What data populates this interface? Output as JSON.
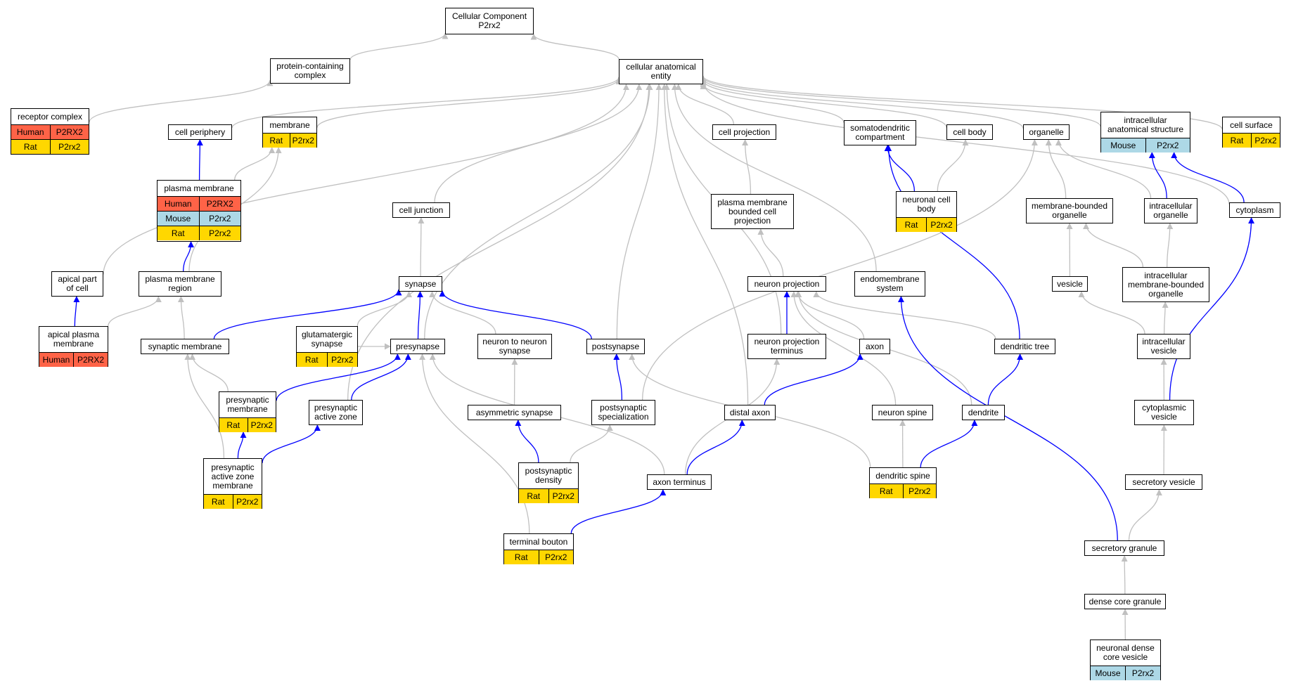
{
  "legend_colors": {
    "Human": "#ff6347",
    "Mouse": "#add8e6",
    "Rat": "#ffd700"
  },
  "edge_colors": {
    "is_a": "#c0c0c0",
    "part_of": "#0000ff"
  },
  "nodes": {
    "root": {
      "label": "Cellular Component\nP2rx2"
    },
    "cae": {
      "label": "cellular anatomical\nentity"
    },
    "pcc": {
      "label": "protein-containing\ncomplex"
    },
    "rc": {
      "label": "receptor complex",
      "ann": [
        {
          "species": "Human",
          "gene": "P2RX2"
        },
        {
          "species": "Rat",
          "gene": "P2rx2"
        }
      ]
    },
    "cper": {
      "label": "cell periphery"
    },
    "mem": {
      "label": "membrane",
      "ann": [
        {
          "species": "Rat",
          "gene": "P2rx2"
        }
      ]
    },
    "pm": {
      "label": "plasma membrane",
      "ann": [
        {
          "species": "Human",
          "gene": "P2RX2"
        },
        {
          "species": "Mouse",
          "gene": "P2rx2"
        },
        {
          "species": "Rat",
          "gene": "P2rx2"
        }
      ]
    },
    "cj": {
      "label": "cell junction"
    },
    "cproj": {
      "label": "cell projection"
    },
    "pmbcp": {
      "label": "plasma membrane\nbounded cell\nprojection"
    },
    "sdc": {
      "label": "somatodendritic\ncompartment"
    },
    "cbody": {
      "label": "cell body"
    },
    "ncb": {
      "label": "neuronal cell\nbody",
      "ann": [
        {
          "species": "Rat",
          "gene": "P2rx2"
        }
      ]
    },
    "org": {
      "label": "organelle"
    },
    "ias": {
      "label": "intracellular\nanatomical structure",
      "ann": [
        {
          "species": "Mouse",
          "gene": "P2rx2"
        }
      ]
    },
    "csurf": {
      "label": "cell surface",
      "ann": [
        {
          "species": "Rat",
          "gene": "P2rx2"
        }
      ]
    },
    "mbo": {
      "label": "membrane-bounded\norganelle"
    },
    "iorg": {
      "label": "intracellular\norganelle"
    },
    "cyto": {
      "label": "cytoplasm"
    },
    "apc": {
      "label": "apical part\nof cell"
    },
    "pmr": {
      "label": "plasma membrane\nregion"
    },
    "syn": {
      "label": "synapse"
    },
    "nproj": {
      "label": "neuron projection"
    },
    "ems": {
      "label": "endomembrane\nsystem"
    },
    "ves": {
      "label": "vesicle"
    },
    "imbo": {
      "label": "intracellular\nmembrane-bounded\norganelle"
    },
    "apm": {
      "label": "apical plasma\nmembrane",
      "ann": [
        {
          "species": "Human",
          "gene": "P2RX2"
        }
      ]
    },
    "sm": {
      "label": "synaptic membrane"
    },
    "gs": {
      "label": "glutamatergic\nsynapse",
      "ann": [
        {
          "species": "Rat",
          "gene": "P2rx2"
        }
      ]
    },
    "pre": {
      "label": "presynapse"
    },
    "n2n": {
      "label": "neuron to neuron\nsynapse"
    },
    "post": {
      "label": "postsynapse"
    },
    "npt": {
      "label": "neuron projection\nterminus"
    },
    "axon": {
      "label": "axon"
    },
    "dt": {
      "label": "dendritic tree"
    },
    "iv": {
      "label": "intracellular\nvesicle"
    },
    "prem": {
      "label": "presynaptic\nmembrane",
      "ann": [
        {
          "species": "Rat",
          "gene": "P2rx2"
        }
      ]
    },
    "paz": {
      "label": "presynaptic\nactive zone"
    },
    "as": {
      "label": "asymmetric synapse"
    },
    "ps": {
      "label": "postsynaptic\nspecialization"
    },
    "da": {
      "label": "distal axon"
    },
    "nspine": {
      "label": "neuron spine"
    },
    "dend": {
      "label": "dendrite"
    },
    "cv": {
      "label": "cytoplasmic\nvesicle"
    },
    "pazm": {
      "label": "presynaptic\nactive zone\nmembrane",
      "ann": [
        {
          "species": "Rat",
          "gene": "P2rx2"
        }
      ]
    },
    "psd": {
      "label": "postsynaptic\ndensity",
      "ann": [
        {
          "species": "Rat",
          "gene": "P2rx2"
        }
      ]
    },
    "at": {
      "label": "axon terminus"
    },
    "dspine": {
      "label": "dendritic spine",
      "ann": [
        {
          "species": "Rat",
          "gene": "P2rx2"
        }
      ]
    },
    "sv": {
      "label": "secretory vesicle"
    },
    "tb": {
      "label": "terminal bouton",
      "ann": [
        {
          "species": "Rat",
          "gene": "P2rx2"
        }
      ]
    },
    "sg": {
      "label": "secretory granule"
    },
    "dcg": {
      "label": "dense core granule"
    },
    "ndcv": {
      "label": "neuronal dense\ncore vesicle",
      "ann": [
        {
          "species": "Mouse",
          "gene": "P2rx2"
        }
      ]
    }
  },
  "edges": [
    {
      "from": "pcc",
      "to": "root",
      "rel": "is_a"
    },
    {
      "from": "cae",
      "to": "root",
      "rel": "is_a"
    },
    {
      "from": "rc",
      "to": "pcc",
      "rel": "is_a"
    },
    {
      "from": "cper",
      "to": "cae",
      "rel": "is_a"
    },
    {
      "from": "mem",
      "to": "cae",
      "rel": "is_a"
    },
    {
      "from": "cj",
      "to": "cae",
      "rel": "is_a"
    },
    {
      "from": "cproj",
      "to": "cae",
      "rel": "is_a"
    },
    {
      "from": "sdc",
      "to": "cae",
      "rel": "is_a"
    },
    {
      "from": "cbody",
      "to": "cae",
      "rel": "is_a"
    },
    {
      "from": "org",
      "to": "cae",
      "rel": "is_a"
    },
    {
      "from": "ias",
      "to": "cae",
      "rel": "is_a"
    },
    {
      "from": "csurf",
      "to": "cae",
      "rel": "is_a"
    },
    {
      "from": "cyto",
      "to": "cae",
      "rel": "is_a"
    },
    {
      "from": "apc",
      "to": "cae",
      "rel": "is_a"
    },
    {
      "from": "ems",
      "to": "cae",
      "rel": "is_a"
    },
    {
      "from": "pre",
      "to": "cae",
      "rel": "is_a"
    },
    {
      "from": "post",
      "to": "cae",
      "rel": "is_a"
    },
    {
      "from": "npt",
      "to": "cae",
      "rel": "is_a"
    },
    {
      "from": "da",
      "to": "cae",
      "rel": "is_a"
    },
    {
      "from": "paz",
      "to": "cae",
      "rel": "is_a"
    },
    {
      "from": "pm",
      "to": "cper",
      "rel": "part_of"
    },
    {
      "from": "pm",
      "to": "mem",
      "rel": "is_a"
    },
    {
      "from": "pmr",
      "to": "pm",
      "rel": "part_of"
    },
    {
      "from": "pmr",
      "to": "mem",
      "rel": "is_a"
    },
    {
      "from": "apm",
      "to": "apc",
      "rel": "part_of"
    },
    {
      "from": "apm",
      "to": "pmr",
      "rel": "is_a"
    },
    {
      "from": "sm",
      "to": "pmr",
      "rel": "is_a"
    },
    {
      "from": "sm",
      "to": "syn",
      "rel": "part_of"
    },
    {
      "from": "syn",
      "to": "cj",
      "rel": "is_a"
    },
    {
      "from": "gs",
      "to": "syn",
      "rel": "is_a"
    },
    {
      "from": "n2n",
      "to": "syn",
      "rel": "is_a"
    },
    {
      "from": "pre",
      "to": "syn",
      "rel": "part_of"
    },
    {
      "from": "post",
      "to": "syn",
      "rel": "part_of"
    },
    {
      "from": "pmbcp",
      "to": "cproj",
      "rel": "is_a"
    },
    {
      "from": "nproj",
      "to": "pmbcp",
      "rel": "is_a"
    },
    {
      "from": "npt",
      "to": "nproj",
      "rel": "part_of"
    },
    {
      "from": "axon",
      "to": "nproj",
      "rel": "is_a"
    },
    {
      "from": "dt",
      "to": "nproj",
      "rel": "is_a"
    },
    {
      "from": "dend",
      "to": "nproj",
      "rel": "is_a"
    },
    {
      "from": "nspine",
      "to": "nproj",
      "rel": "is_a"
    },
    {
      "from": "ncb",
      "to": "sdc",
      "rel": "part_of"
    },
    {
      "from": "ncb",
      "to": "cbody",
      "rel": "is_a"
    },
    {
      "from": "dt",
      "to": "sdc",
      "rel": "part_of"
    },
    {
      "from": "mbo",
      "to": "org",
      "rel": "is_a"
    },
    {
      "from": "iorg",
      "to": "org",
      "rel": "is_a"
    },
    {
      "from": "iorg",
      "to": "ias",
      "rel": "part_of"
    },
    {
      "from": "cyto",
      "to": "ias",
      "rel": "part_of"
    },
    {
      "from": "ps",
      "to": "org",
      "rel": "is_a"
    },
    {
      "from": "ves",
      "to": "mbo",
      "rel": "is_a"
    },
    {
      "from": "imbo",
      "to": "mbo",
      "rel": "is_a"
    },
    {
      "from": "imbo",
      "to": "iorg",
      "rel": "is_a"
    },
    {
      "from": "iv",
      "to": "ves",
      "rel": "is_a"
    },
    {
      "from": "iv",
      "to": "imbo",
      "rel": "is_a"
    },
    {
      "from": "cv",
      "to": "iv",
      "rel": "is_a"
    },
    {
      "from": "cv",
      "to": "cyto",
      "rel": "part_of"
    },
    {
      "from": "sv",
      "to": "cv",
      "rel": "is_a"
    },
    {
      "from": "sg",
      "to": "sv",
      "rel": "is_a"
    },
    {
      "from": "sg",
      "to": "ems",
      "rel": "part_of"
    },
    {
      "from": "dcg",
      "to": "sg",
      "rel": "is_a"
    },
    {
      "from": "ndcv",
      "to": "dcg",
      "rel": "is_a"
    },
    {
      "from": "prem",
      "to": "sm",
      "rel": "is_a"
    },
    {
      "from": "prem",
      "to": "pre",
      "rel": "part_of"
    },
    {
      "from": "pazm",
      "to": "prem",
      "rel": "part_of"
    },
    {
      "from": "pazm",
      "to": "sm",
      "rel": "is_a"
    },
    {
      "from": "pazm",
      "to": "paz",
      "rel": "part_of"
    },
    {
      "from": "paz",
      "to": "pre",
      "rel": "part_of"
    },
    {
      "from": "as",
      "to": "n2n",
      "rel": "is_a"
    },
    {
      "from": "psd",
      "to": "as",
      "rel": "part_of"
    },
    {
      "from": "psd",
      "to": "ps",
      "rel": "is_a"
    },
    {
      "from": "ps",
      "to": "post",
      "rel": "part_of"
    },
    {
      "from": "gs",
      "to": "pre",
      "rel": "is_a"
    },
    {
      "from": "da",
      "to": "axon",
      "rel": "part_of"
    },
    {
      "from": "dend",
      "to": "dt",
      "rel": "part_of"
    },
    {
      "from": "at",
      "to": "da",
      "rel": "part_of"
    },
    {
      "from": "at",
      "to": "pre",
      "rel": "is_a"
    },
    {
      "from": "at",
      "to": "npt",
      "rel": "is_a"
    },
    {
      "from": "dspine",
      "to": "nspine",
      "rel": "is_a"
    },
    {
      "from": "dspine",
      "to": "dend",
      "rel": "part_of"
    },
    {
      "from": "dspine",
      "to": "post",
      "rel": "is_a"
    },
    {
      "from": "tb",
      "to": "at",
      "rel": "part_of"
    },
    {
      "from": "tb",
      "to": "pre",
      "rel": "is_a"
    }
  ]
}
